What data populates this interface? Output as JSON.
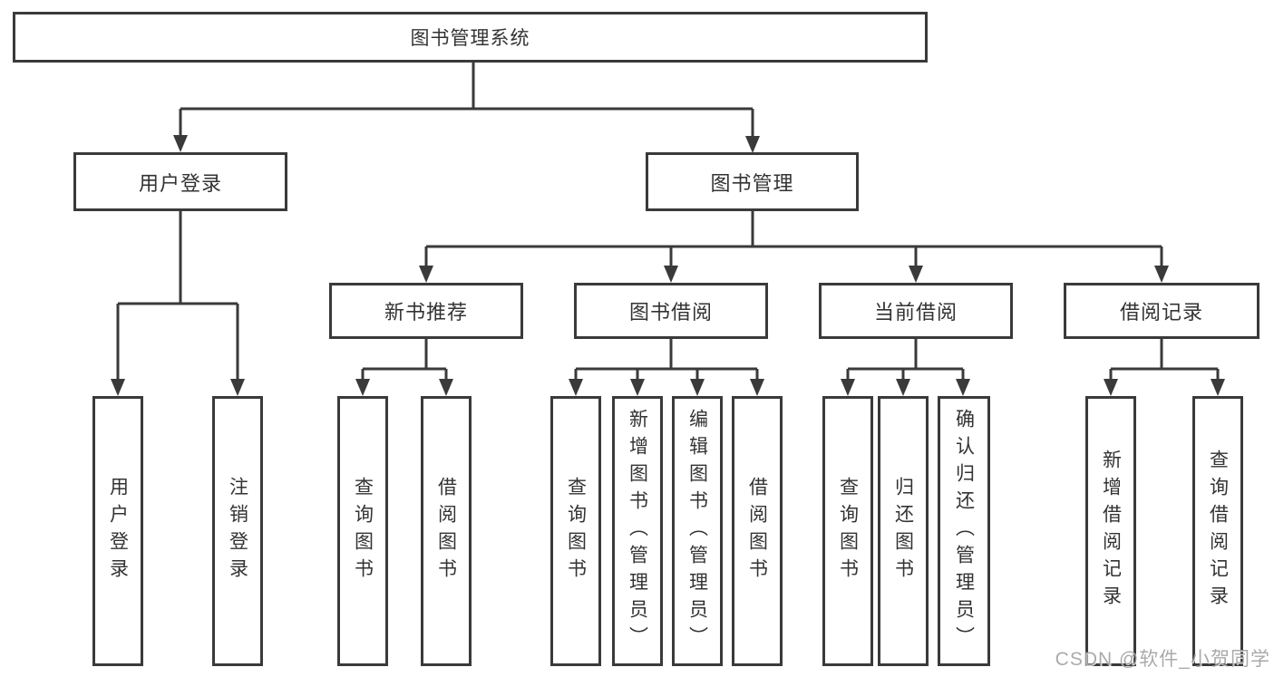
{
  "diagram": {
    "title": "图书管理系统",
    "type": "hierarchy-tree",
    "colors": {
      "line": "#3a3a3a",
      "text": "#333333",
      "background": "#ffffff"
    },
    "watermark": "CSDN @软件_小贺同学",
    "nodes": [
      {
        "id": "root",
        "label": "图书管理系统",
        "parent": null
      },
      {
        "id": "user-login",
        "label": "用户登录",
        "parent": "root"
      },
      {
        "id": "book-management",
        "label": "图书管理",
        "parent": "root"
      },
      {
        "id": "leaf-user-login",
        "label": "用户登录",
        "parent": "user-login"
      },
      {
        "id": "leaf-logout",
        "label": "注销登录",
        "parent": "user-login"
      },
      {
        "id": "new-book-recommend",
        "label": "新书推荐",
        "parent": "book-management"
      },
      {
        "id": "book-borrowing",
        "label": "图书借阅",
        "parent": "book-management"
      },
      {
        "id": "current-borrowing",
        "label": "当前借阅",
        "parent": "book-management"
      },
      {
        "id": "borrow-records",
        "label": "借阅记录",
        "parent": "book-management"
      },
      {
        "id": "nbr-query-books",
        "label": "查询图书",
        "parent": "new-book-recommend"
      },
      {
        "id": "nbr-borrow-books",
        "label": "借阅图书",
        "parent": "new-book-recommend"
      },
      {
        "id": "bb-query-books",
        "label": "查询图书",
        "parent": "book-borrowing"
      },
      {
        "id": "bb-add-books",
        "label": "新增图书（管理员）",
        "parent": "book-borrowing"
      },
      {
        "id": "bb-edit-books",
        "label": "编辑图书（管理员）",
        "parent": "book-borrowing"
      },
      {
        "id": "bb-borrow-books",
        "label": "借阅图书",
        "parent": "book-borrowing"
      },
      {
        "id": "cb-query-books",
        "label": "查询图书",
        "parent": "current-borrowing"
      },
      {
        "id": "cb-return-books",
        "label": "归还图书",
        "parent": "current-borrowing"
      },
      {
        "id": "cb-confirm-return",
        "label": "确认归还（管理员）",
        "parent": "current-borrowing"
      },
      {
        "id": "br-add-record",
        "label": "新增借阅记录",
        "parent": "borrow-records"
      },
      {
        "id": "br-query-record",
        "label": "查询借阅记录",
        "parent": "borrow-records"
      }
    ]
  }
}
